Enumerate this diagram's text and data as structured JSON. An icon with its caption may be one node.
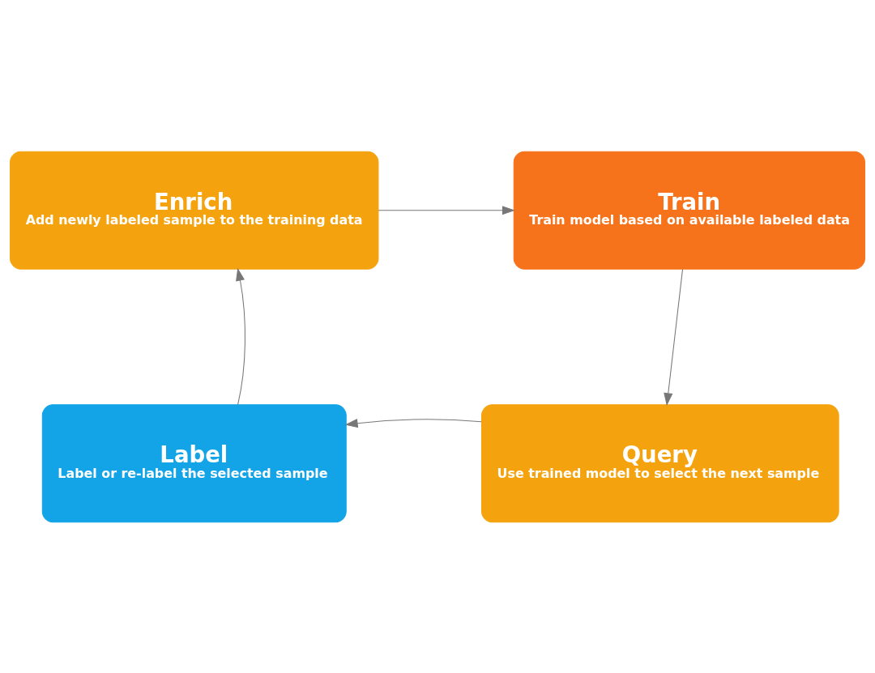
{
  "diagram": {
    "nodes": [
      {
        "text": [
          "Enrich",
          "Add newly labeled sample to the training data"
        ]
      },
      {
        "text": [
          "Train",
          "Train model based on available labeled data"
        ]
      },
      {
        "text": [
          "Label",
          "Label or re-label the selected sample"
        ]
      },
      {
        "text": [
          "Query",
          "Use trained model to select the next sample"
        ]
      }
    ],
    "edges": [
      {
        "from": 0,
        "to": 1,
        "arrow": "to"
      },
      {
        "from": 1,
        "to": 3,
        "arrow": "to"
      },
      {
        "from": 3,
        "to": 2,
        "arrow": "to"
      },
      {
        "from": 2,
        "to": 0,
        "arrow": "to"
      }
    ]
  }
}
